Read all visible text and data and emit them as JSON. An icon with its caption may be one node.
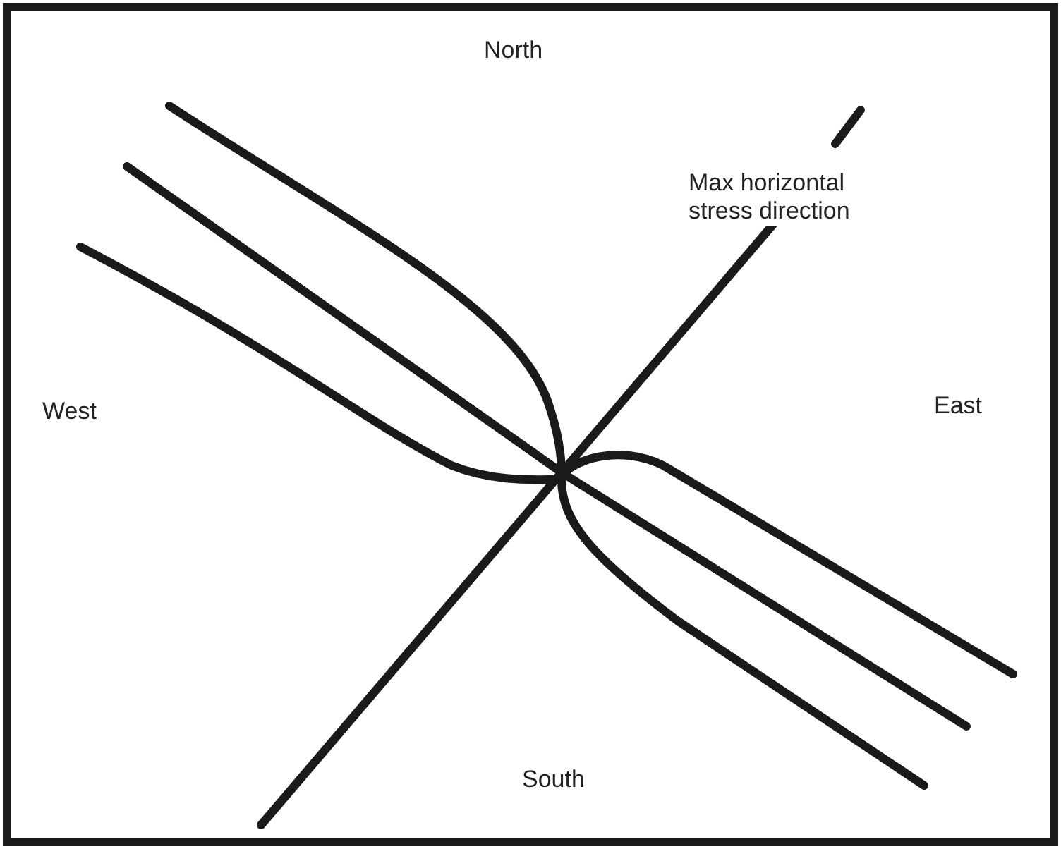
{
  "diagram": {
    "labels": [
      "North",
      "Max horizontal stress direction",
      "West",
      "East",
      "South"
    ]
  }
}
